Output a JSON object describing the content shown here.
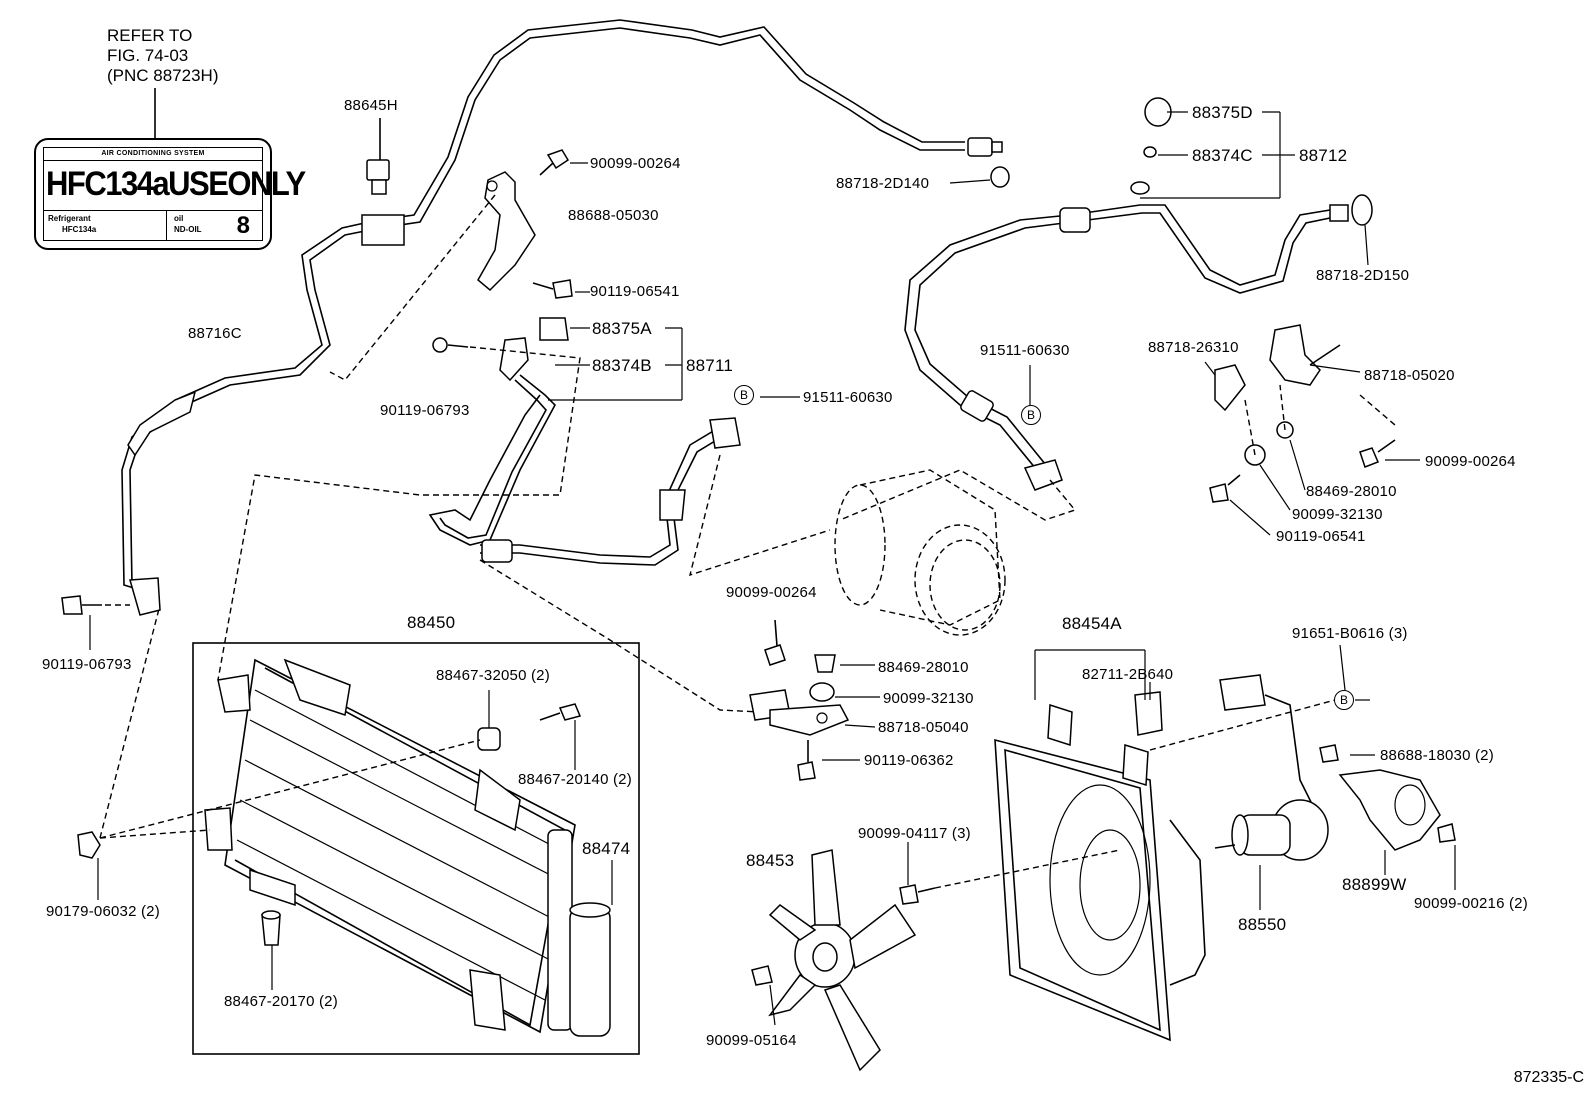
{
  "diagram_code": "872335-C",
  "refer_note": {
    "line1": "REFER TO",
    "line2": "FIG. 74-03",
    "line3": "(PNC 88723H)"
  },
  "decal": {
    "header": "AIR CONDITIONING SYSTEM",
    "main": "HFC134aUSEONLY",
    "refrigerant_label": "Refrigerant",
    "refrigerant_value": "HFC134a",
    "oil_label": "oil",
    "oil_value": "ND-OIL",
    "oil_number": "8"
  },
  "callout_marker": "B",
  "parts": {
    "p88645H": "88645H",
    "p90099_00264_top": "90099-00264",
    "p88688_05030": "88688-05030",
    "p90119_06541_top": "90119-06541",
    "p88716C": "88716C",
    "p88375A": "88375A",
    "p88374B": "88374B",
    "p88711": "88711",
    "p90119_06793_mid": "90119-06793",
    "p91511_60630_mid": "91511-60630",
    "p88718_2D140": "88718-2D140",
    "p88375D": "88375D",
    "p88374C": "88374C",
    "p88712": "88712",
    "p88718_2D150": "88718-2D150",
    "p91511_60630_right": "91511-60630",
    "p88718_26310": "88718-26310",
    "p88718_05020": "88718-05020",
    "p90099_00264_right": "90099-00264",
    "p88469_28010_right": "88469-28010",
    "p90099_32130_right": "90099-32130",
    "p90119_06541_right": "90119-06541",
    "p90119_06793_left": "90119-06793",
    "p88450": "88450",
    "p88467_32050": "88467-32050 (2)",
    "p88467_20140": "88467-20140 (2)",
    "p88474": "88474",
    "p90179_06032": "90179-06032 (2)",
    "p88467_20170": "88467-20170 (2)",
    "p90099_00264_mid": "90099-00264",
    "p88469_28010_mid": "88469-28010",
    "p90099_32130_mid": "90099-32130",
    "p88718_05040": "88718-05040",
    "p90119_06362": "90119-06362",
    "p90099_04117": "90099-04117 (3)",
    "p88453": "88453",
    "p90099_05164": "90099-05164",
    "p88454A": "88454A",
    "p82711_2B640": "82711-2B640",
    "p91651_B0616": "91651-B0616 (3)",
    "p88688_18030": "88688-18030 (2)",
    "p88899W": "88899W",
    "p90099_00216": "90099-00216 (2)",
    "p88550": "88550"
  }
}
